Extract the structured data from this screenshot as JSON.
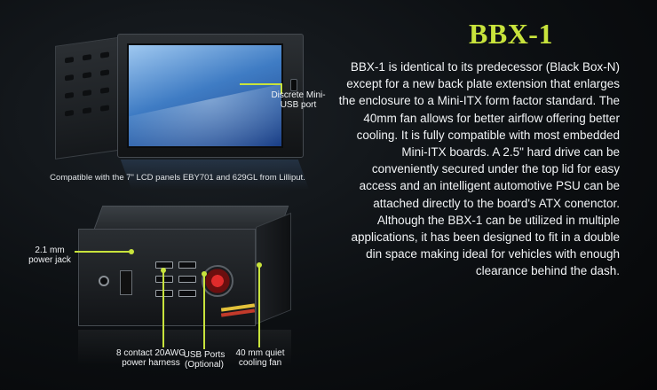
{
  "title": "BBX-1",
  "description": "BBX-1 is identical to its predecessor (Black Box-N) except for a new back plate extension that enlarges the enclosure to a Mini-ITX form factor standard. The 40mm fan allows for better airflow offering better cooling. It is fully compatible with most embedded Mini-ITX boards. A 2.5\" hard drive can be conveniently secured under the top lid for easy access and an intelligent automotive PSU can be attached directly to the board's ATX conenctor. Although the BBX-1 can be utilized in multiple applications, it has been designed to fit in a double din space making ideal for vehicles with enough clearance behind the dash.",
  "lcd_caption": "Compatible with the 7\" LCD panels EBY701 and 629GL from Lilliput.",
  "callouts": {
    "mini_usb": "Discrete Mini-USB port",
    "power_jack": "2.1 mm power jack",
    "power_harness": "8 contact 20AWG power harness",
    "usb_ports": "USB Ports (Optional)",
    "cooling_fan": "40 mm quiet cooling fan"
  },
  "colors": {
    "accent": "#c8e33c",
    "background": "#0c0f12",
    "text": "#f2f4f6"
  }
}
